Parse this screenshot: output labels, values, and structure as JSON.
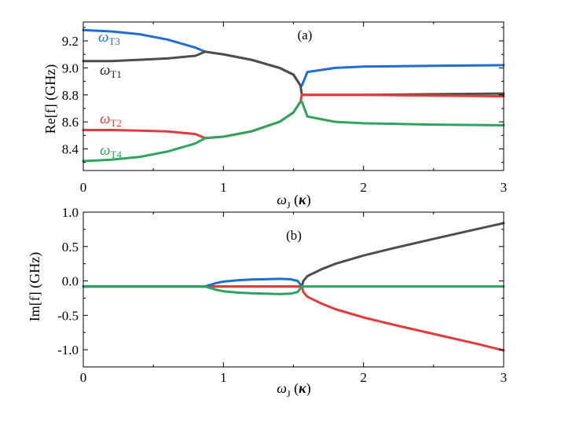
{
  "chart_data": [
    {
      "panel": "(a)",
      "type": "line",
      "xlabel": {
        "main": "ω",
        "sub": "J",
        "unit_open": " (",
        "unit": "κ",
        "unit_close": ")"
      },
      "ylabel": "Re[f] (GHz)",
      "xlim": [
        0,
        3
      ],
      "ylim": [
        8.24,
        9.34
      ],
      "xticks": [
        "0",
        "1",
        "2",
        "3"
      ],
      "yticks": [
        "8.4",
        "8.6",
        "8.8",
        "9.0",
        "9.2"
      ],
      "ytick_values": [
        8.4,
        8.6,
        8.8,
        9.0,
        9.2
      ],
      "series": [
        {
          "name": "ωT3",
          "label_main": "ω",
          "label_sub": "T3",
          "color": "#1f6fd1",
          "x": [
            0,
            0.2,
            0.4,
            0.6,
            0.8,
            0.87,
            1.0,
            1.2,
            1.4,
            1.5,
            1.55,
            1.56,
            1.6,
            1.8,
            2.0,
            2.5,
            3.0
          ],
          "y": [
            9.28,
            9.27,
            9.25,
            9.21,
            9.15,
            9.12,
            9.1,
            9.06,
            9.0,
            8.95,
            8.87,
            8.87,
            8.97,
            9.0,
            9.01,
            9.015,
            9.02
          ]
        },
        {
          "name": "ωT1",
          "label_main": "ω",
          "label_sub": "T1",
          "color": "#4d4d4d",
          "x": [
            0,
            0.2,
            0.4,
            0.6,
            0.8,
            0.87,
            1.0,
            1.2,
            1.4,
            1.5,
            1.55,
            1.56,
            2.0,
            2.5,
            3.0
          ],
          "y": [
            9.05,
            9.05,
            9.06,
            9.07,
            9.09,
            9.12,
            9.1,
            9.06,
            9.0,
            8.95,
            8.87,
            8.8,
            8.8,
            8.805,
            8.81
          ]
        },
        {
          "name": "ωT2",
          "label_main": "ω",
          "label_sub": "T2",
          "color": "#e03c3c",
          "x": [
            0,
            0.2,
            0.4,
            0.6,
            0.8,
            0.87,
            1.0,
            1.2,
            1.4,
            1.5,
            1.55,
            1.56,
            2.0,
            2.5,
            3.0
          ],
          "y": [
            8.54,
            8.54,
            8.535,
            8.53,
            8.51,
            8.48,
            8.49,
            8.53,
            8.6,
            8.67,
            8.75,
            8.8,
            8.8,
            8.795,
            8.79
          ]
        },
        {
          "name": "ωT4",
          "label_main": "ω",
          "label_sub": "T4",
          "color": "#2ea35e",
          "x": [
            0,
            0.2,
            0.4,
            0.6,
            0.8,
            0.87,
            1.0,
            1.2,
            1.4,
            1.5,
            1.55,
            1.56,
            1.6,
            1.8,
            2.0,
            2.5,
            3.0
          ],
          "y": [
            8.31,
            8.32,
            8.34,
            8.38,
            8.44,
            8.48,
            8.49,
            8.53,
            8.6,
            8.67,
            8.75,
            8.75,
            8.64,
            8.6,
            8.59,
            8.58,
            8.575
          ]
        }
      ]
    },
    {
      "panel": "(b)",
      "type": "line",
      "xlabel": {
        "main": "ω",
        "sub": "J",
        "unit_open": " (",
        "unit": "κ",
        "unit_close": ")"
      },
      "ylabel": "Im[f] (GHz)",
      "xlim": [
        0,
        3
      ],
      "ylim": [
        -1.25,
        1.0
      ],
      "xticks": [
        "0",
        "1",
        "2",
        "3"
      ],
      "yticks": [
        "-1.0",
        "-0.5",
        "0.0",
        "0.5",
        "1.0"
      ],
      "ytick_values": [
        -1.0,
        -0.5,
        0.0,
        0.5,
        1.0
      ],
      "series": [
        {
          "color": "#4d4d4d",
          "x": [
            0,
            1.56,
            1.57,
            1.6,
            1.7,
            1.8,
            2.0,
            2.2,
            2.5,
            2.8,
            3.0
          ],
          "y": [
            -0.08,
            -0.08,
            0.0,
            0.07,
            0.17,
            0.25,
            0.37,
            0.47,
            0.61,
            0.75,
            0.84
          ]
        },
        {
          "color": "#e03c3c",
          "x": [
            0,
            1.56,
            1.57,
            1.6,
            1.7,
            1.8,
            2.0,
            2.2,
            2.5,
            2.8,
            3.0
          ],
          "y": [
            -0.08,
            -0.08,
            -0.16,
            -0.23,
            -0.33,
            -0.41,
            -0.53,
            -0.63,
            -0.77,
            -0.91,
            -1.01
          ]
        },
        {
          "color": "#1f6fd1",
          "x": [
            0,
            0.87,
            0.95,
            1.0,
            1.1,
            1.2,
            1.3,
            1.4,
            1.48,
            1.53,
            1.56
          ],
          "y": [
            -0.08,
            -0.08,
            -0.03,
            -0.01,
            0.01,
            0.02,
            0.025,
            0.03,
            0.025,
            0.0,
            -0.08
          ]
        },
        {
          "color": "#2ea35e",
          "x": [
            0,
            0.87,
            0.95,
            1.0,
            1.1,
            1.2,
            1.3,
            1.4,
            1.48,
            1.53,
            1.56,
            1.57,
            2.0,
            3.0
          ],
          "y": [
            -0.08,
            -0.08,
            -0.13,
            -0.15,
            -0.17,
            -0.18,
            -0.185,
            -0.19,
            -0.185,
            -0.16,
            -0.08,
            -0.08,
            -0.08,
            -0.08
          ]
        }
      ]
    }
  ]
}
